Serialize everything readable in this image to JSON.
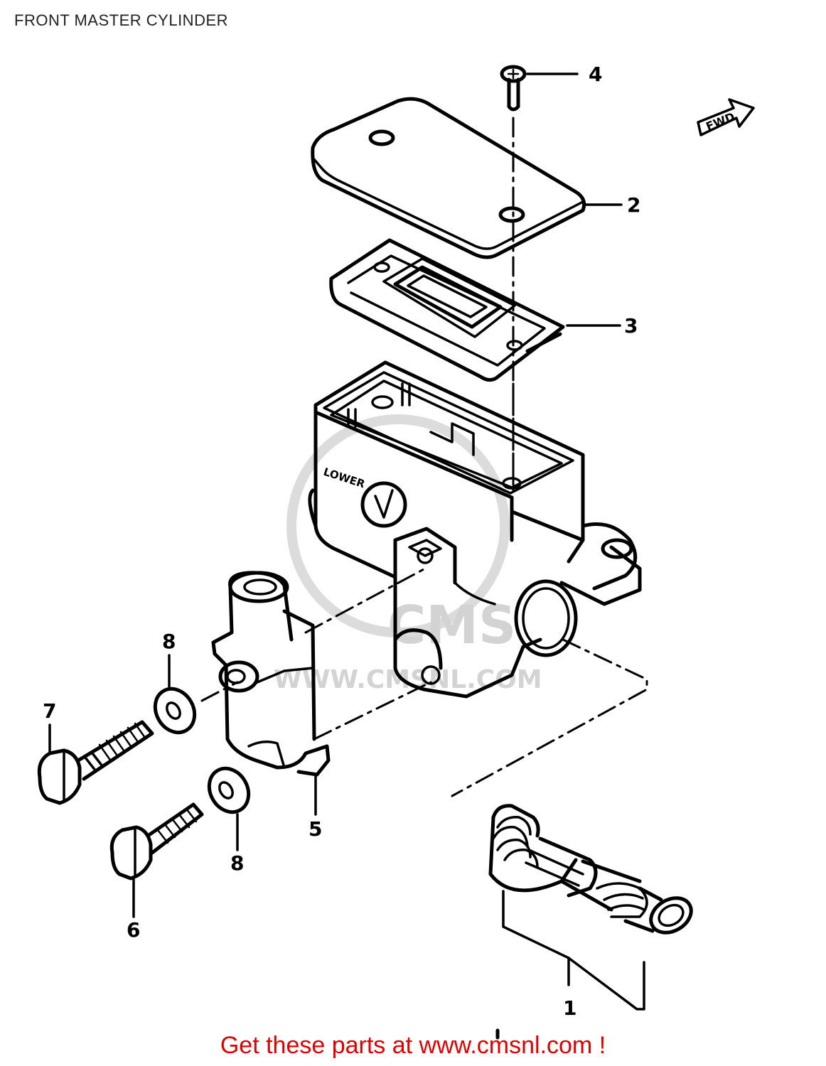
{
  "page": {
    "title": "FRONT MASTER CYLINDER"
  },
  "watermark": {
    "url_text": "WWW.CMSNL.COM",
    "logo_text": "CMS"
  },
  "direction_arrow": {
    "label": "FWD"
  },
  "callouts": [
    {
      "id": "4",
      "label": "4"
    },
    {
      "id": "2",
      "label": "2"
    },
    {
      "id": "3",
      "label": "3"
    },
    {
      "id": "1",
      "label": "1"
    },
    {
      "id": "5",
      "label": "5"
    },
    {
      "id": "6",
      "label": "6"
    },
    {
      "id": "7",
      "label": "7"
    },
    {
      "id": "8a",
      "label": "8"
    },
    {
      "id": "8b",
      "label": "8"
    }
  ],
  "body_marking": {
    "text": "LOWER"
  },
  "footer": {
    "text": "Get these parts at www.cmsnl.com !"
  },
  "colors": {
    "footer": "#e00000",
    "line": "#000000",
    "watermark": "#cfcfcf"
  }
}
